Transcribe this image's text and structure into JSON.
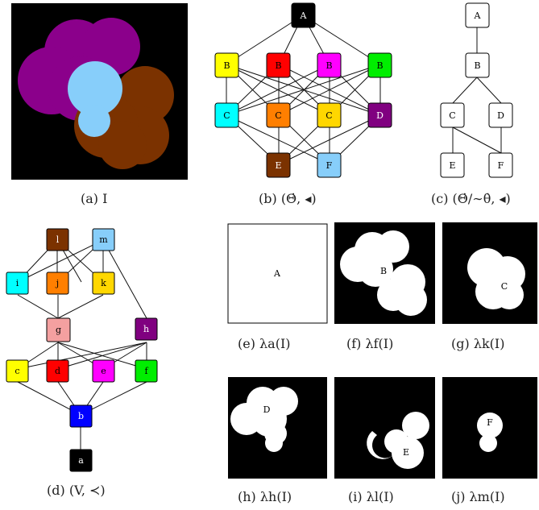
{
  "captions": {
    "a": "(a)  I",
    "b": "(b)  (Θ̇, ◂)",
    "c": "(c)  (Θ̇/∼θ̇, ◂)",
    "d": "(d)  (V, ≺)",
    "e": "(e)  λa(I)",
    "f": "(f)  λf(I)",
    "g": "(g)  λk(I)",
    "h": "(h)  λh(I)",
    "i": "(i)  λl(I)",
    "j": "(j)  λm(I)"
  },
  "graph_b": {
    "nodes": [
      {
        "id": "A",
        "label": "A",
        "color": "#000000",
        "text": "#ffffff"
      },
      {
        "id": "B1",
        "label": "B",
        "color": "#ffff00",
        "text": "#000000"
      },
      {
        "id": "B2",
        "label": "B",
        "color": "#ff0000",
        "text": "#000000"
      },
      {
        "id": "B3",
        "label": "B",
        "color": "#ff00ff",
        "text": "#000000"
      },
      {
        "id": "B4",
        "label": "B",
        "color": "#00ee00",
        "text": "#000000"
      },
      {
        "id": "C1",
        "label": "C",
        "color": "#00ffff",
        "text": "#000000"
      },
      {
        "id": "C2",
        "label": "C",
        "color": "#ff7f00",
        "text": "#000000"
      },
      {
        "id": "C3",
        "label": "C",
        "color": "#ffd700",
        "text": "#000000"
      },
      {
        "id": "D",
        "label": "D",
        "color": "#800080",
        "text": "#ffffff"
      },
      {
        "id": "E",
        "label": "E",
        "color": "#7b3200",
        "text": "#ffffff"
      },
      {
        "id": "F",
        "label": "F",
        "color": "#87cefa",
        "text": "#000000"
      }
    ]
  },
  "graph_c": {
    "nodes": [
      {
        "id": "A",
        "label": "A"
      },
      {
        "id": "B",
        "label": "B"
      },
      {
        "id": "C",
        "label": "C"
      },
      {
        "id": "D",
        "label": "D"
      },
      {
        "id": "E",
        "label": "E"
      },
      {
        "id": "F",
        "label": "F"
      }
    ]
  },
  "graph_d": {
    "nodes": [
      {
        "id": "l",
        "label": "l",
        "color": "#7b3200",
        "text": "#ffffff"
      },
      {
        "id": "m",
        "label": "m",
        "color": "#87cefa",
        "text": "#000000"
      },
      {
        "id": "i",
        "label": "i",
        "color": "#00ffff",
        "text": "#000000"
      },
      {
        "id": "j",
        "label": "j",
        "color": "#ff7f00",
        "text": "#000000"
      },
      {
        "id": "k",
        "label": "k",
        "color": "#ffd700",
        "text": "#000000"
      },
      {
        "id": "g",
        "label": "g",
        "color": "#f4a0a0",
        "text": "#000000"
      },
      {
        "id": "h",
        "label": "h",
        "color": "#800080",
        "text": "#ffffff"
      },
      {
        "id": "c",
        "label": "c",
        "color": "#ffff00",
        "text": "#000000"
      },
      {
        "id": "d",
        "label": "d",
        "color": "#ff0000",
        "text": "#000000"
      },
      {
        "id": "e",
        "label": "e",
        "color": "#ff00ff",
        "text": "#000000"
      },
      {
        "id": "f",
        "label": "f",
        "color": "#00ee00",
        "text": "#000000"
      },
      {
        "id": "b",
        "label": "b",
        "color": "#0000ff",
        "text": "#ffffff"
      },
      {
        "id": "a",
        "label": "a",
        "color": "#000000",
        "text": "#ffffff"
      }
    ]
  },
  "panels": {
    "e": "A",
    "f": "B",
    "g": "C",
    "h": "D",
    "i": "E",
    "j": "F"
  },
  "colors": {
    "purple": "#8b008b",
    "brown": "#7b3200",
    "lightblue": "#87cefa"
  }
}
